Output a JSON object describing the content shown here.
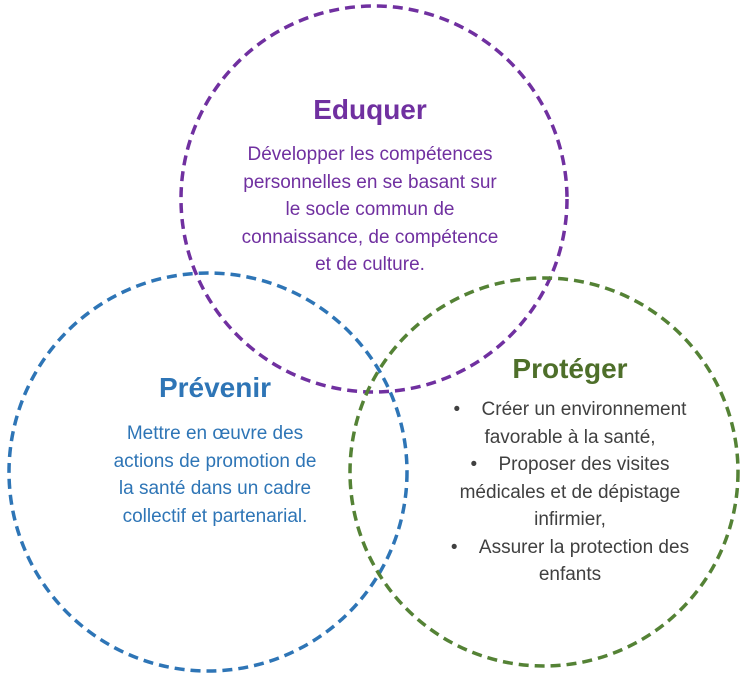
{
  "circles": [
    {
      "id": "eduquer",
      "color": "#7030a0"
    },
    {
      "id": "prevenir",
      "color": "#2e75b6"
    },
    {
      "id": "proteger",
      "color": "#548235"
    }
  ],
  "eduquer": {
    "title": "Eduquer",
    "lines": [
      "Développer les compétences",
      "personnelles en se basant sur",
      "le socle commun de",
      "connaissance, de compétence",
      "et de culture."
    ]
  },
  "prevenir": {
    "title": "Prévenir",
    "lines": [
      "Mettre en œuvre des",
      "actions de promotion de",
      "la santé dans un cadre",
      "collectif et partenarial."
    ]
  },
  "proteger": {
    "title": "Protéger",
    "bullet_symbol": "•",
    "items": [
      {
        "lines": [
          "Créer un environnement",
          "favorable à la santé,"
        ]
      },
      {
        "lines": [
          "Proposer des visites",
          "médicales et de dépistage",
          "infirmier,"
        ]
      },
      {
        "lines": [
          "Assurer la protection des",
          "enfants"
        ]
      }
    ]
  }
}
